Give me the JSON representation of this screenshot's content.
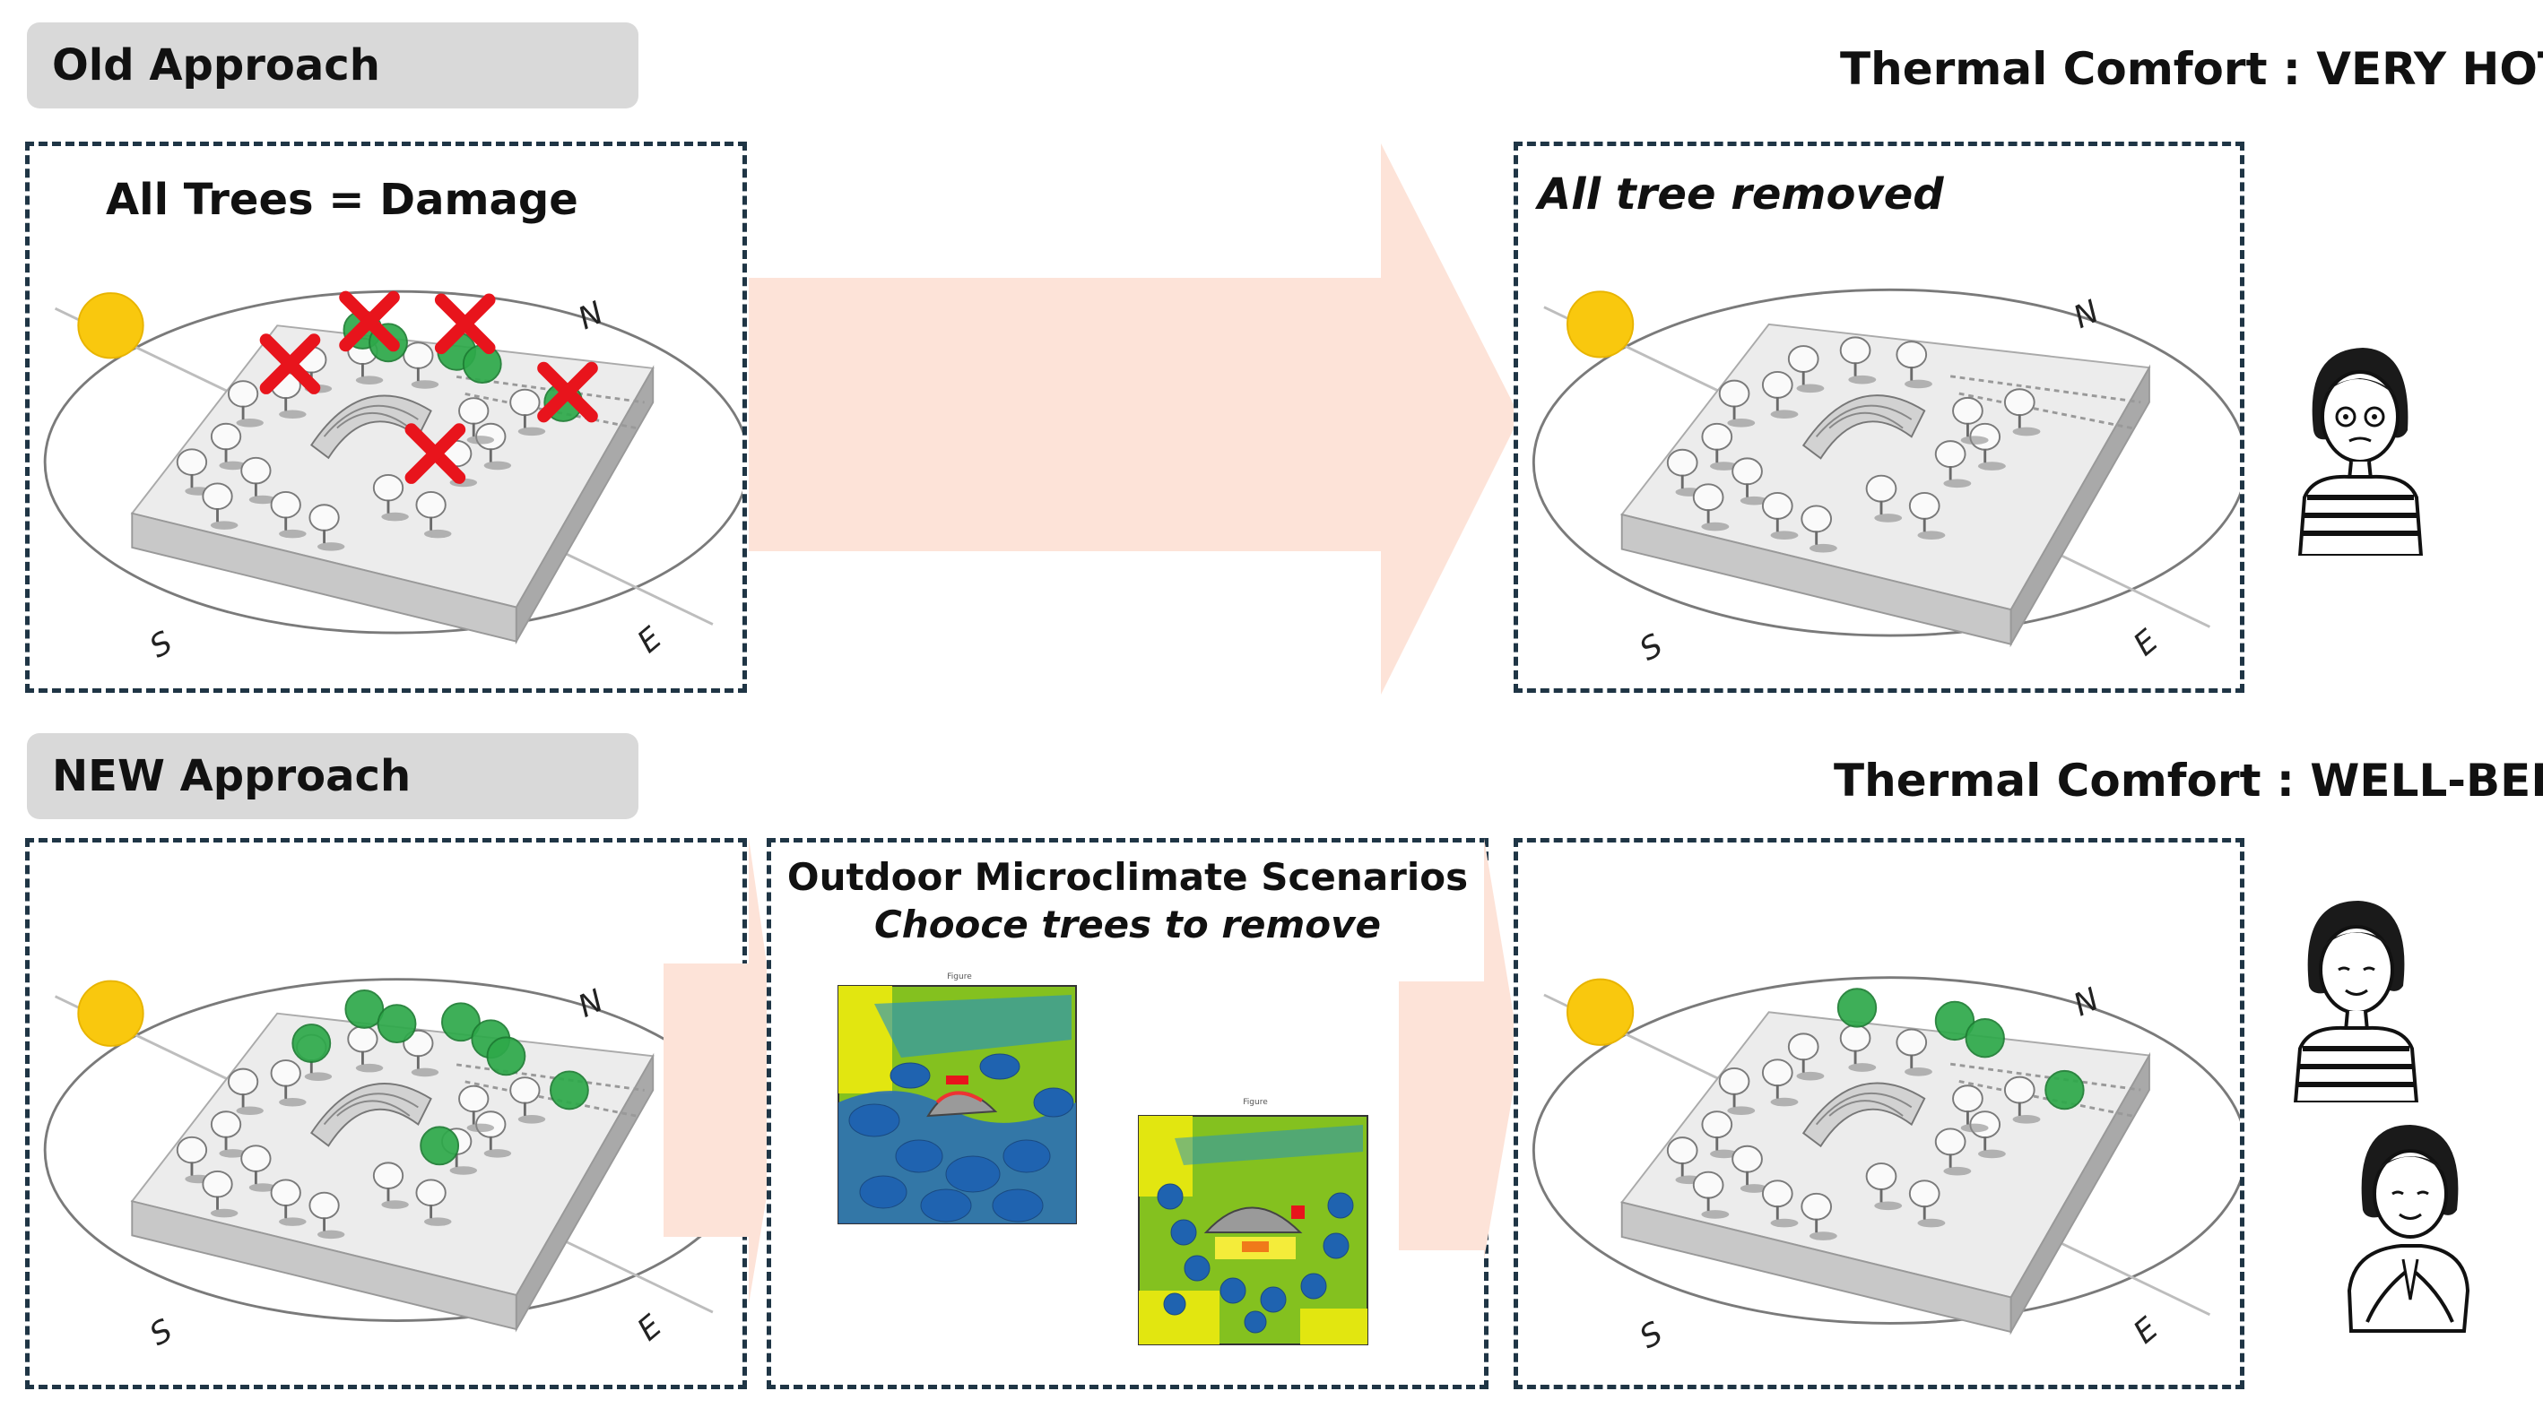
{
  "old": {
    "label": "Old Approach",
    "comfort": "Thermal Comfort : VERY HOT",
    "left_panel_title": "All Trees = Damage",
    "right_panel_title": "All tree removed"
  },
  "new": {
    "label": "NEW Approach",
    "comfort": "Thermal Comfort : WELL-BEING",
    "middle_title_line1": "Outdoor Microclimate Scenarios",
    "middle_title_line2": "Chooce trees to remove"
  },
  "compass": [
    "N",
    "E",
    "S"
  ],
  "colors": {
    "arrow": "#fde3d8",
    "sun": "#f9c80e",
    "tree_green": "#2ea94a",
    "cross": "#e8141c",
    "panel_border": "#1f3545",
    "tag_bg": "#d9d9d9"
  },
  "icons": [
    "sun-icon",
    "cross-icon",
    "tree-icon",
    "person-hot-icon",
    "person-content-icon",
    "person-grateful-icon"
  ]
}
